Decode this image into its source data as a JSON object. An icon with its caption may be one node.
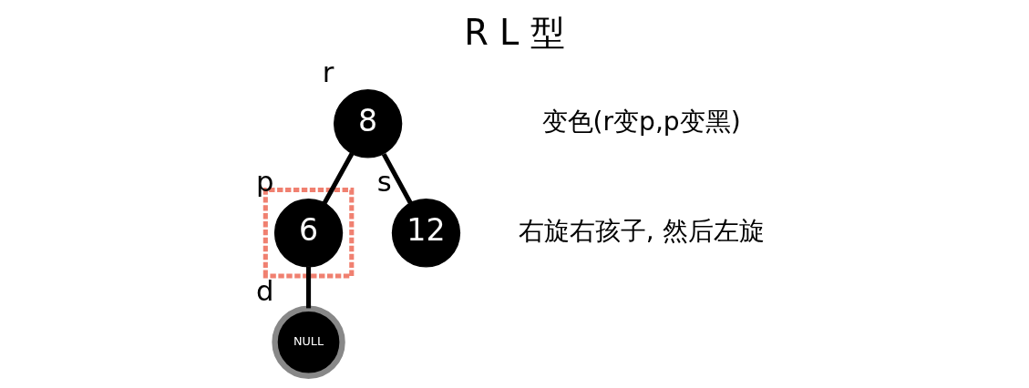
{
  "diagram": {
    "title": "R L 型",
    "nodes": [
      {
        "text": [
          "8"
        ],
        "beside": [
          "r"
        ]
      },
      {
        "text": [],
        "shape": "box"
      },
      {
        "text": [
          "6"
        ],
        "beside": [
          "p"
        ],
        "in": 1
      },
      {
        "text": [
          "12"
        ],
        "beside": [
          "s"
        ]
      },
      {
        "text": [
          "NULL"
        ],
        "beside": [
          "d"
        ]
      }
    ],
    "edges": [
      {
        "from": 0,
        "to": 2,
        "arrow": "none"
      },
      {
        "from": 0,
        "to": 3,
        "arrow": "none"
      },
      {
        "from": 2,
        "to": 4,
        "arrow": "none"
      }
    ],
    "labels": [
      "变色(r变p,p变黑)",
      "右旋右孩子, 然后左旋"
    ]
  }
}
